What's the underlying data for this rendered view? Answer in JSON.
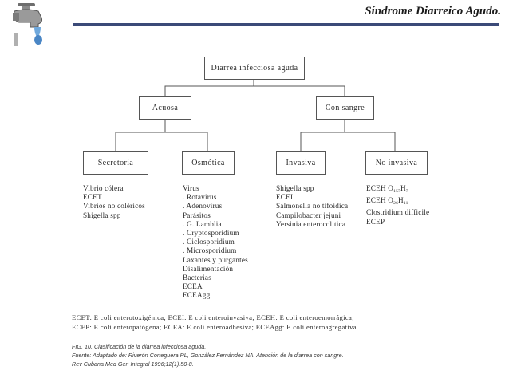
{
  "header": {
    "title": "Síndrome Diarreico Agudo."
  },
  "logo": {
    "icon": "dripping-faucet-icon"
  },
  "diagram": {
    "root": "Diarrea infecciosa aguda",
    "level1": {
      "left": "Acuosa",
      "right": "Con sangre"
    },
    "level2": {
      "secretoria": "Secretoria",
      "osmotica": "Osmótica",
      "invasiva": "Invasiva",
      "no_invasiva": "No invasiva"
    },
    "lists": {
      "secretoria": [
        "Vibrio cólera",
        "ECET",
        "Vibrios no coléricos",
        "Shigella spp"
      ],
      "osmotica": [
        "Virus",
        ". Rotavirus",
        ". Adenovirus",
        "Parásitos",
        ". G. Lamblia",
        ". Cryptosporidium",
        ". Ciclosporidium",
        ". Microsporidium",
        "Laxantes y purgantes",
        "Disalimentación",
        "Bacterias",
        "ECEA",
        "ECEAgg"
      ],
      "invasiva": [
        "Shigella spp",
        "ECEI",
        "Salmonella no tifoídica",
        "Campilobacter jejuni",
        "Yersinia enterocolitica"
      ],
      "no_invasiva": [
        {
          "base": "ECEH O",
          "sub": "157",
          "rest": "H",
          "sub2": "7"
        },
        {
          "base": "ECEH O",
          "sub": "26",
          "rest": "H",
          "sub2": "11"
        },
        {
          "base": "Clostridium difficile"
        },
        {
          "base": "ECEP"
        }
      ]
    }
  },
  "abbreviations": {
    "line1": "ECET: E coli enterotoxigénica; ECEI: E coli enteroinvasiva; ECEH: E coli enteroemorrágica;",
    "line2": "ECEP: E coli enteropatógena; ECEA: E coli enteroadhesiva; ECEAgg: E coli enteroagregativa"
  },
  "caption": {
    "line1": "FIG. 10. Clasificación de la diarrea infecciosa aguda.",
    "line2": "Fuente: Adaptado de: Riverón Corteguera RL, González Fernández NA. Atención de la diarrea con sangre.",
    "line3": "Rev Cubana Med Gen Integral 1996;12(1):50-8."
  }
}
